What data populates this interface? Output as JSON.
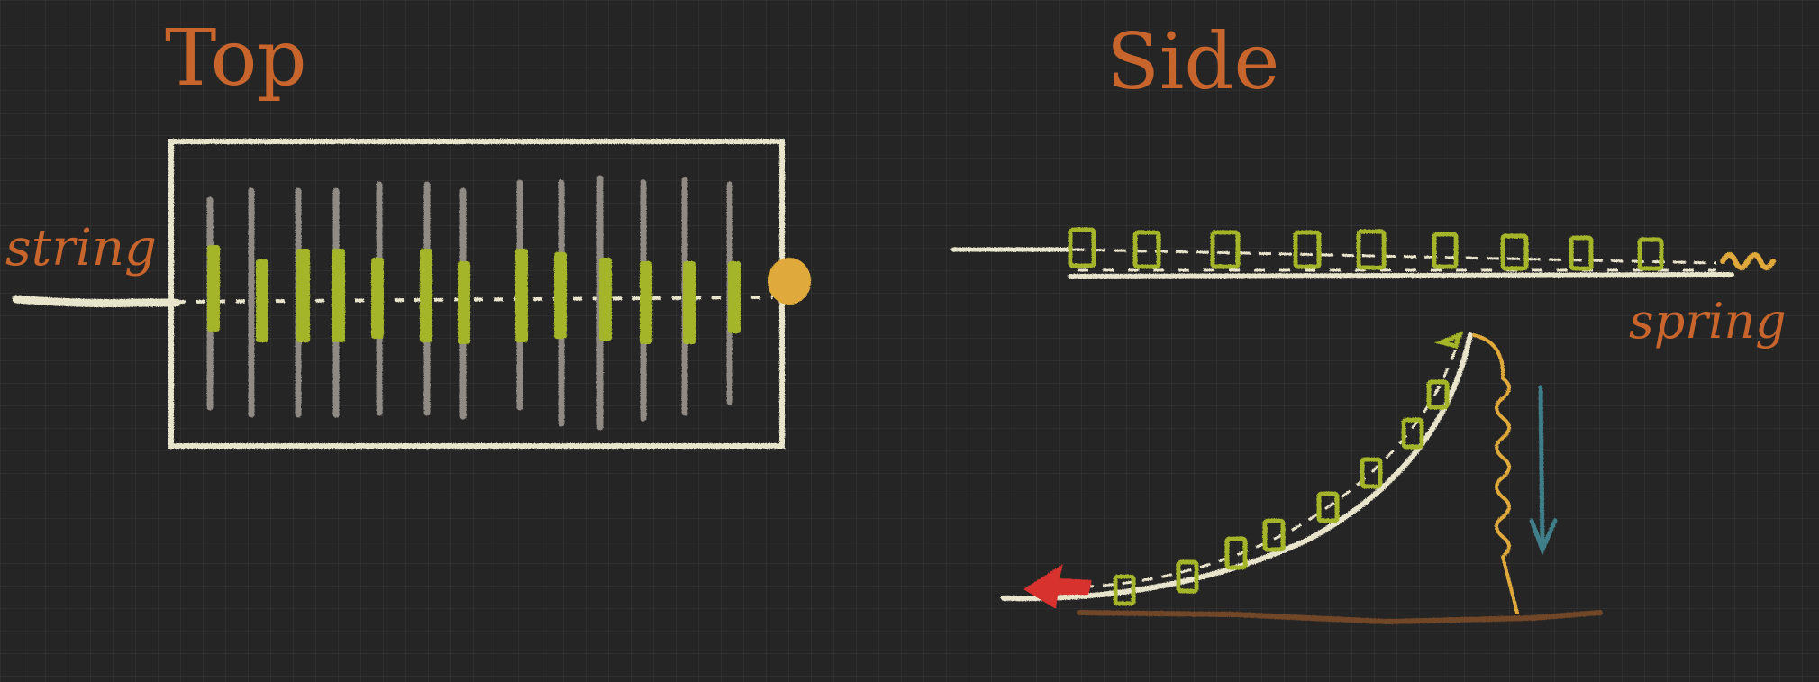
{
  "labels": {
    "top": "Top",
    "side": "Side",
    "string": "string",
    "spring": "spring"
  },
  "colors": {
    "background": "#252525",
    "chalk_white": "#e9e4cc",
    "chalk_grey": "#8f8a84",
    "paddle_green": "#a4b52a",
    "spring_yellow": "#e0a93a",
    "label_orange": "#c8652c",
    "arrow_red": "#d8322f",
    "arrow_blue": "#3f7f8a",
    "ground_brown": "#7a4a2a"
  }
}
